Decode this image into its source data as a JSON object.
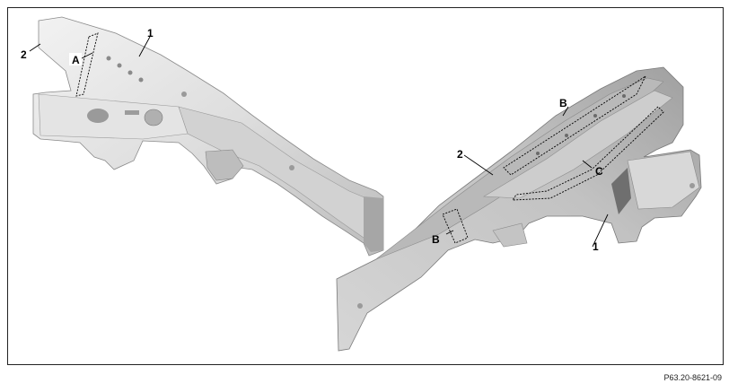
{
  "callouts": {
    "left_1": "1",
    "left_2": "2",
    "left_A": "A",
    "right_1": "1",
    "right_2": "2",
    "right_B_top": "B",
    "right_B_bottom": "B",
    "right_C": "C"
  },
  "figure_ref": "P63.20-8621-09",
  "colors": {
    "part_light": "#e9e9e9",
    "part_mid": "#cfcfcf",
    "part_dark": "#a9a9a9",
    "outline": "#000000"
  }
}
